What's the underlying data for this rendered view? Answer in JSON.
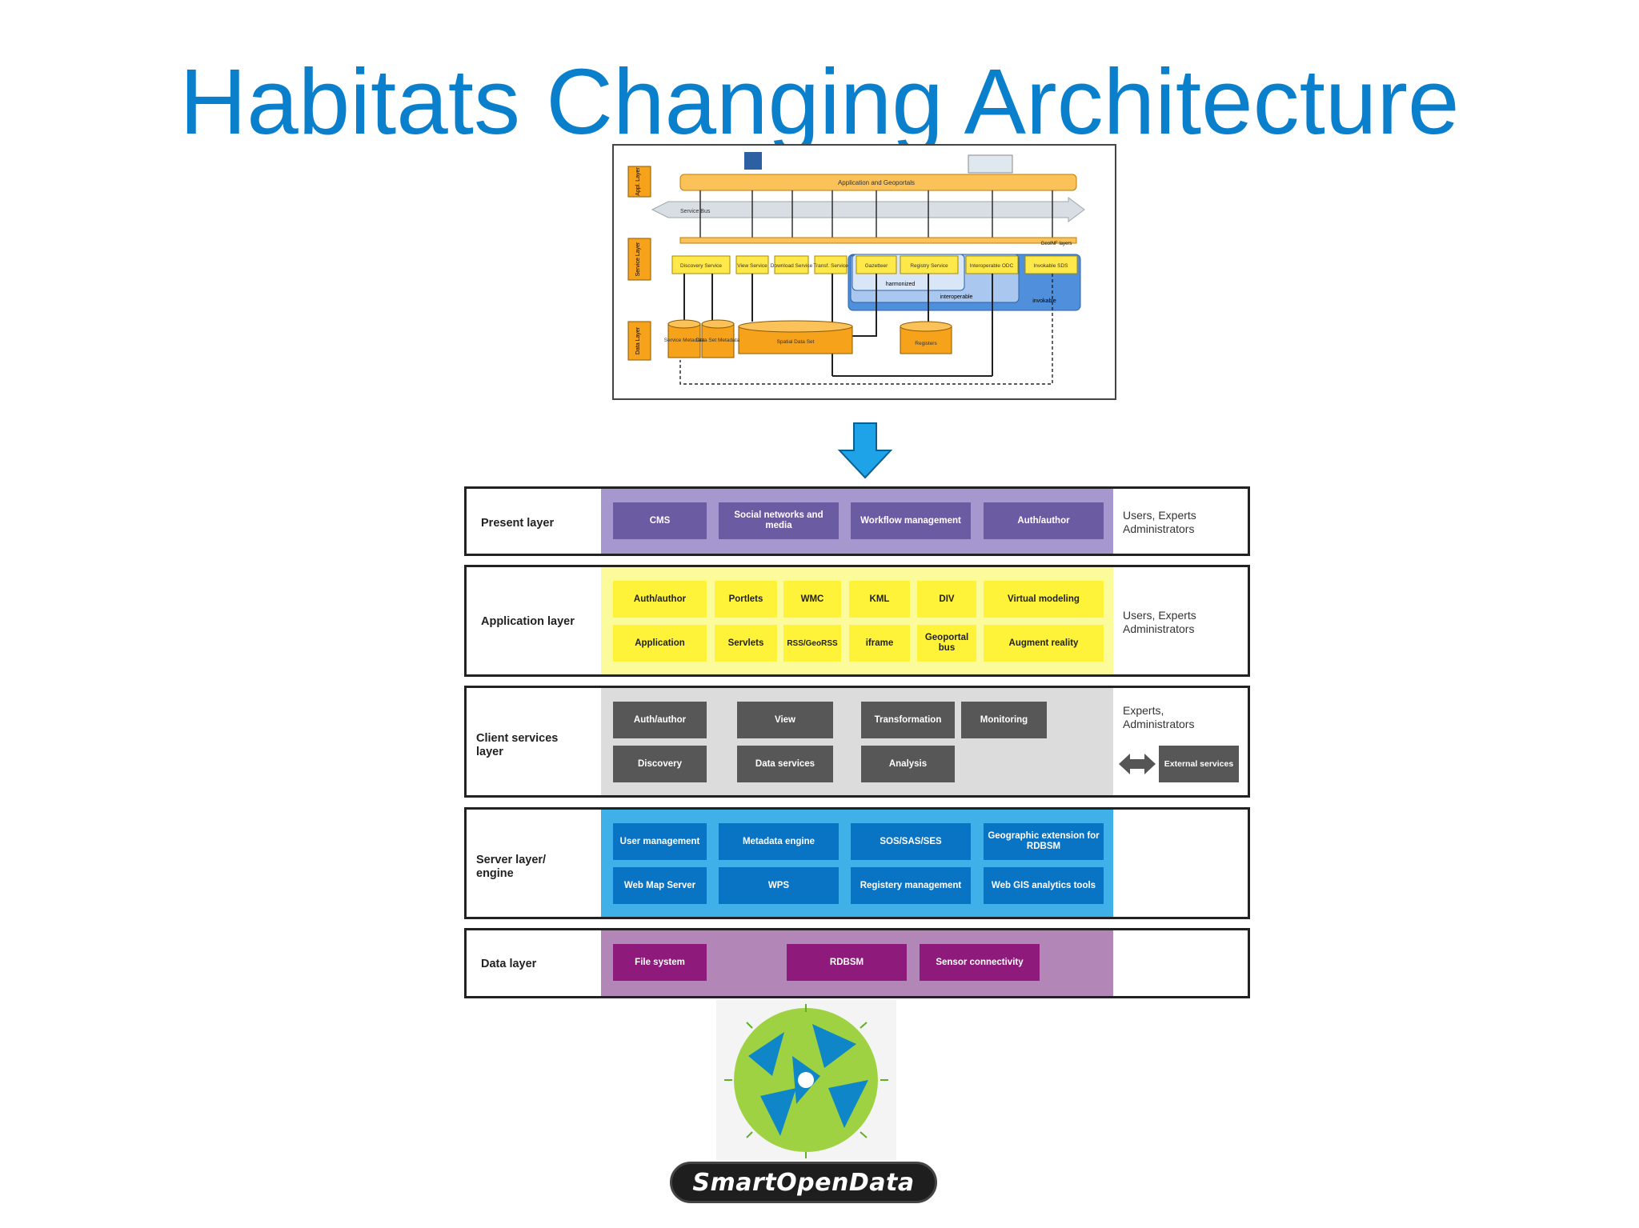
{
  "title": "Habitats Changing Architecture",
  "old_diagram": {
    "layers": [
      "Appl. Layer",
      "Service Layer",
      "Data Layer"
    ],
    "app_bar": "Application and Geoportals",
    "service_bus": "Service Bus",
    "geoinf_layers": "GeoINF layers",
    "services": [
      "Discovery Service",
      "View Service",
      "Download Service",
      "Transf. Service",
      "Gazetteer",
      "Registry Service",
      "Interoperable ODC",
      "Invokable SDS"
    ],
    "regions": [
      "harmonized",
      "interoperable",
      "invokable"
    ],
    "data": [
      "Service Metadata",
      "Data Set Metadata",
      "Spatial Data Set",
      "Registers"
    ]
  },
  "stack": {
    "present": {
      "label": "Present layer",
      "blocks": [
        "CMS",
        "Social networks and media",
        "Workflow management",
        "Auth/author"
      ],
      "side": "Users, Experts Administrators"
    },
    "application": {
      "label": "Application layer",
      "row1": [
        "Auth/author",
        "Portlets",
        "WMC",
        "KML",
        "DIV",
        "Virtual modeling"
      ],
      "row2": [
        "Application",
        "Servlets",
        "RSS/GeoRSS",
        "iframe",
        "Geoportal bus",
        "Augment reality"
      ],
      "side": "Users, Experts Administrators"
    },
    "client": {
      "label": "Client services layer",
      "row1": [
        "Auth/author",
        "View",
        "Transformation",
        "Monitoring"
      ],
      "row2": [
        "Discovery",
        "Data services",
        "Analysis"
      ],
      "side": "Experts, Administrators",
      "external": "External services"
    },
    "server": {
      "label": "Server layer/ engine",
      "row1": [
        "User management",
        "Metadata engine",
        "SOS/SAS/SES",
        "Geographic extension for RDBSM"
      ],
      "row2": [
        "Web Map Server",
        "WPS",
        "Registery management",
        "Web GIS analytics tools"
      ]
    },
    "data": {
      "label": "Data layer",
      "blocks": [
        "File system",
        "RDBSM",
        "Sensor connectivity"
      ]
    }
  },
  "logo": {
    "text": "SmartOpenData"
  },
  "colors": {
    "title": "#0a7fcc",
    "present_band": "#a697cf",
    "application_band": "#fcfb9c",
    "client_band": "#dcdcdc",
    "server_band": "#3fb1e8",
    "data_band": "#b386b8",
    "old_orange": "#f7a21b",
    "old_yellow": "#ffe84a"
  }
}
